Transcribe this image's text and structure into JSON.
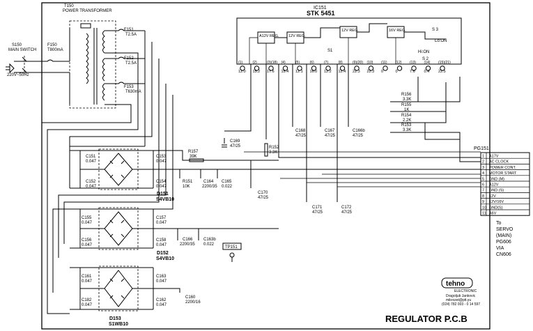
{
  "transformer": {
    "ref": "T150",
    "name": "POWER TRANSFORMER"
  },
  "switch": {
    "ref": "S150",
    "name": "MAIN SWITCH",
    "supply": "220V~50Hz"
  },
  "fuses": [
    {
      "ref": "F150",
      "value": "T800mA"
    },
    {
      "ref": "F151",
      "value": "T2.5A"
    },
    {
      "ref": "F152",
      "value": "T2.5A"
    },
    {
      "ref": "F153",
      "value": "T630mA"
    }
  ],
  "ic": {
    "ref": "IC151",
    "part": "STK 5451"
  },
  "regulators": [
    "A12V REG.",
    "12V REG.",
    "12V REG.",
    "16V REG."
  ],
  "ic_switch": {
    "ref": "S 3",
    "label": "Lo:ON",
    "s1": "S1",
    "s2": "S 2",
    "hi_on": "Hi:ON"
  },
  "pins": [
    {
      "n": "(1)",
      "v": "12.0"
    },
    {
      "n": "(2)",
      "v": "15.2"
    },
    {
      "n": "(3)(18)",
      "v": "17.6"
    },
    {
      "n": "(4)",
      "v": "15.4"
    },
    {
      "n": "(5)",
      "v": "12.1"
    },
    {
      "n": "(6)",
      "v": "16.0"
    },
    {
      "n": "(7)",
      "v": "12.2"
    },
    {
      "n": "(8)",
      "v": "12.4"
    },
    {
      "n": "(9)(20)",
      "v": "22.3"
    },
    {
      "n": "(10)",
      "v": "22.3"
    },
    {
      "n": "(11)",
      "v": "0"
    },
    {
      "n": "(12)",
      "v": "0"
    },
    {
      "n": "(13)",
      "v": "7.6"
    },
    {
      "n": "(14)",
      "v": "0.4"
    },
    {
      "n": "(15)(21)",
      "v": "22.5"
    }
  ],
  "resistors": [
    {
      "ref": "R156",
      "value": "3.3K"
    },
    {
      "ref": "R155",
      "value": "1K"
    },
    {
      "ref": "R154",
      "value": "2.2K"
    },
    {
      "ref": "R153",
      "value": "3.3K"
    },
    {
      "ref": "R157",
      "value": "39K"
    },
    {
      "ref": "R152",
      "value": "3.3K"
    },
    {
      "ref": "R151",
      "value": "10K"
    }
  ],
  "caps": [
    {
      "ref": "C151",
      "value": "0.047"
    },
    {
      "ref": "C152",
      "value": "0.047"
    },
    {
      "ref": "C153",
      "value": "0.047"
    },
    {
      "ref": "C154",
      "value": "0.047"
    },
    {
      "ref": "C155",
      "value": "0.047"
    },
    {
      "ref": "C156",
      "value": "0.047"
    },
    {
      "ref": "C157",
      "value": "0.047"
    },
    {
      "ref": "C158",
      "value": "0.047"
    },
    {
      "ref": "C161",
      "value": "0.047"
    },
    {
      "ref": "C162",
      "value": "0.047"
    },
    {
      "ref": "C163",
      "value": "0.047"
    },
    {
      "ref": "C182",
      "value": "0.047"
    },
    {
      "ref": "C164",
      "value": "2200/35"
    },
    {
      "ref": "C165",
      "value": "0.022"
    },
    {
      "ref": "C166",
      "value": "2200/35"
    },
    {
      "ref": "C163b",
      "value": "0.022"
    },
    {
      "ref": "C160",
      "value": "2200/16"
    },
    {
      "ref": "C169",
      "value": "47/25"
    },
    {
      "ref": "C170",
      "value": "47/25"
    },
    {
      "ref": "C168",
      "value": "47/25"
    },
    {
      "ref": "C167",
      "value": "47/25"
    },
    {
      "ref": "C166b",
      "value": "47/25"
    },
    {
      "ref": "C171",
      "value": "47/25"
    },
    {
      "ref": "C172",
      "value": "47/25"
    }
  ],
  "bridges": [
    {
      "ref": "D151",
      "part": "S4VB10"
    },
    {
      "ref": "D152",
      "part": "S4VB10"
    },
    {
      "ref": "D153",
      "part": "S1WB10"
    }
  ],
  "testpoint": "TP151",
  "connector": {
    "ref": "PG151",
    "pins": [
      {
        "n": "1",
        "label": "A17V"
      },
      {
        "n": "2",
        "label": "AC CLOCK"
      },
      {
        "n": "3",
        "label": "POWER CONT."
      },
      {
        "n": "4",
        "label": "MOTOR START"
      },
      {
        "n": "5",
        "label": "GND (M)"
      },
      {
        "n": "6",
        "label": "A12V"
      },
      {
        "n": "7",
        "label": "GND (S)"
      },
      {
        "n": "8",
        "label": "12V"
      },
      {
        "n": "9",
        "label": "12V/16V"
      },
      {
        "n": "10",
        "label": "GND(S)"
      },
      {
        "n": "11",
        "label": "A6V"
      }
    ]
  },
  "destination": [
    "To",
    "SERVO",
    "(MAIN)",
    "PG606",
    "VIA",
    "CN606"
  ],
  "watermark": {
    "brand": "tehno",
    "sub": "ELECTRONIC",
    "l1": "Dragoljub Jankovic",
    "l2": "mikrozet@ptt.yu",
    "l3": "(024) 782 003 - 0 14 597"
  },
  "title": "REGULATOR  P.C.B"
}
